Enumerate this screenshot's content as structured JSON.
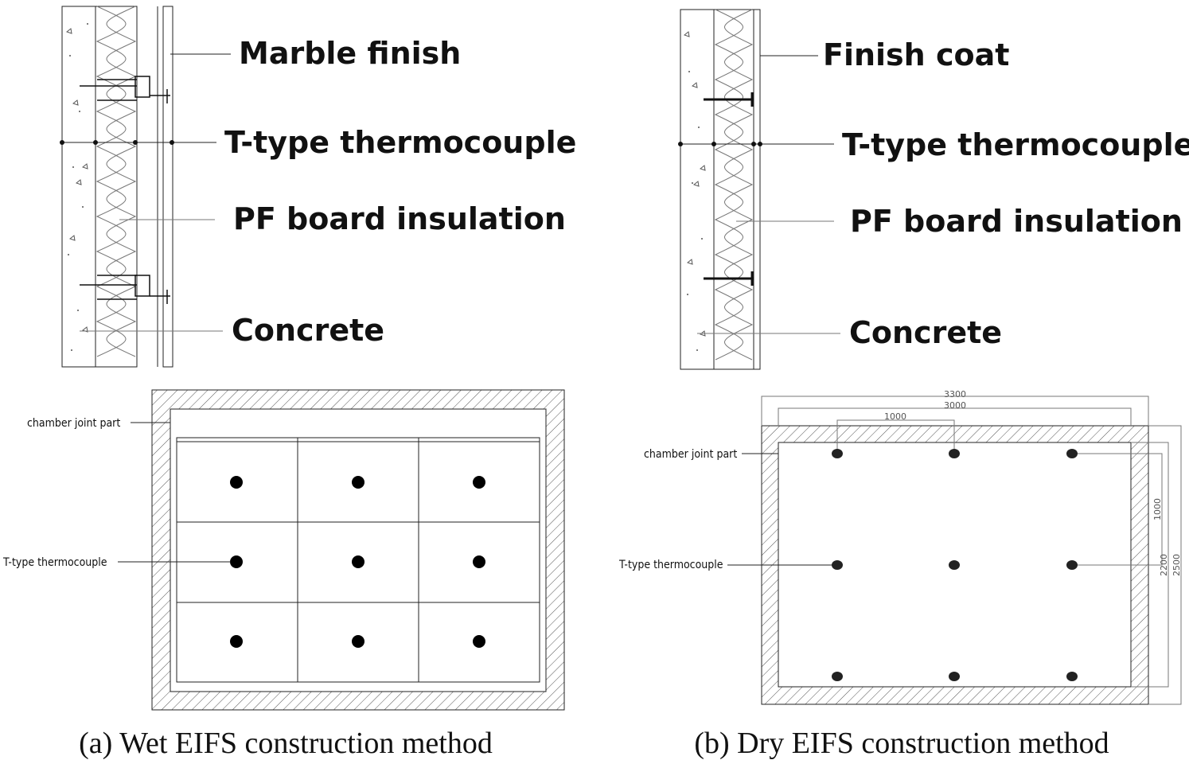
{
  "panel_a": {
    "section_labels": {
      "finish": "Marble finish",
      "thermocouple": "T-type thermocouple",
      "insulation": "PF board insulation",
      "concrete": "Concrete"
    },
    "plan_labels": {
      "joint": "chamber joint part",
      "thermocouple": "T-type thermocouple"
    },
    "caption": "(a) Wet EIFS construction method"
  },
  "panel_b": {
    "section_labels": {
      "finish": "Finish coat",
      "thermocouple": "T-type thermocouple",
      "insulation": "PF board insulation",
      "concrete": "Concrete"
    },
    "plan_labels": {
      "joint": "chamber joint part",
      "thermocouple": "T-type thermocouple"
    },
    "dimensions": {
      "outer_width": "3300",
      "inner_width": "3000",
      "spacing_h": "1000",
      "spacing_v": "1000",
      "inner_height": "2200",
      "outer_height": "2500"
    },
    "caption": "(b) Dry EIFS construction method"
  }
}
